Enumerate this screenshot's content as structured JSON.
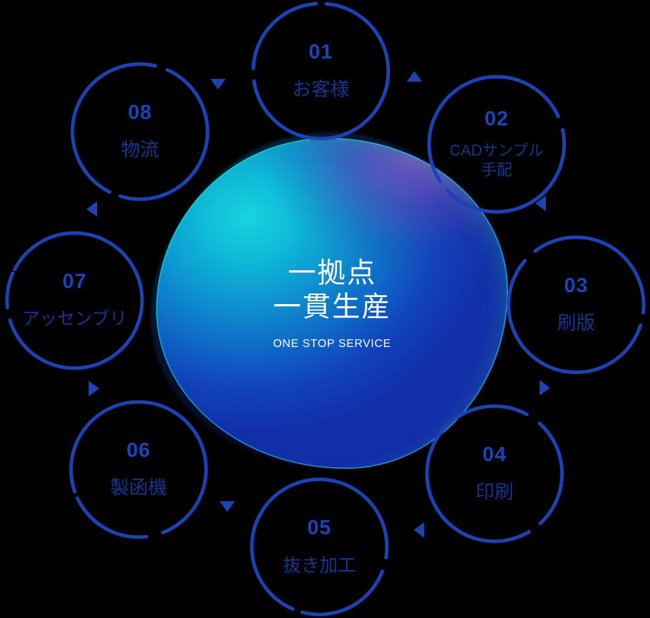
{
  "center": {
    "title_line1": "一拠点",
    "title_line2": "一貫生産",
    "subtitle": "ONE STOP SERVICE"
  },
  "colors": {
    "background": "#000000",
    "ring_stroke": "#1c43b4",
    "number_text": "#1a44bb",
    "label_text": "#15358f",
    "arrow": "#1c43b4",
    "blob_cyan": "#19d3e0",
    "blob_blue": "#1144bd",
    "blob_purple": "#9650be",
    "center_text": "#ffffff"
  },
  "steps": [
    {
      "number": "01",
      "label": "お客様",
      "name": "step-01-customer"
    },
    {
      "number": "02",
      "label": "CADサンプル\n手配",
      "name": "step-02-cad-sample"
    },
    {
      "number": "03",
      "label": "刷版",
      "name": "step-03-plate-making"
    },
    {
      "number": "04",
      "label": "印刷",
      "name": "step-04-printing"
    },
    {
      "number": "05",
      "label": "抜き加工",
      "name": "step-05-die-cutting"
    },
    {
      "number": "06",
      "label": "製函機",
      "name": "step-06-box-making"
    },
    {
      "number": "07",
      "label": "アッセンブリ",
      "name": "step-07-assembly"
    },
    {
      "number": "08",
      "label": "物流",
      "name": "step-08-logistics"
    }
  ],
  "arrows": [
    {
      "direction": "down",
      "name": "arrow-08-to-01"
    },
    {
      "direction": "up",
      "name": "arrow-01-to-02"
    },
    {
      "direction": "left",
      "name": "arrow-02-to-03"
    },
    {
      "direction": "right",
      "name": "arrow-03-to-04"
    },
    {
      "direction": "left",
      "name": "arrow-04-to-05"
    },
    {
      "direction": "down",
      "name": "arrow-05-to-06"
    },
    {
      "direction": "right",
      "name": "arrow-06-to-07"
    },
    {
      "direction": "left",
      "name": "arrow-07-to-08"
    }
  ]
}
